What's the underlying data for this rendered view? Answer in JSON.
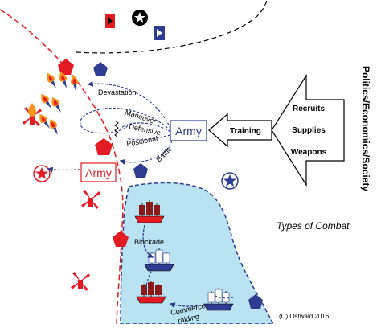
{
  "title": "Types of Combat",
  "credit": "(C) Ostwald 2016",
  "vertical_label": "Politics/Economics/Society",
  "big_arrow_items": [
    "Recruits",
    "Supplies",
    "Weapons"
  ],
  "training_label": "Training",
  "armies": {
    "blue": "Army",
    "red": "Army"
  },
  "combat_types": {
    "devastation": "Devastation",
    "maneuver": "Maneuver",
    "defensive": "Defensive",
    "positional": "Positional",
    "battle": "Battle",
    "blockade": "Blockade",
    "commerce_raiding_line1": "Commerce",
    "commerce_raiding_line2": "raiding"
  },
  "colors": {
    "red": "#e31b23",
    "blue": "#2e3d8f",
    "sea": "#b9e2f2",
    "sea_border": "#2e3d8f",
    "flame": "#f7941d"
  },
  "icons": [
    "flag-icon",
    "star-icon",
    "pentagon-icon",
    "windmill-icon",
    "torch-icon",
    "ship-icon",
    "fortress-icon"
  ]
}
